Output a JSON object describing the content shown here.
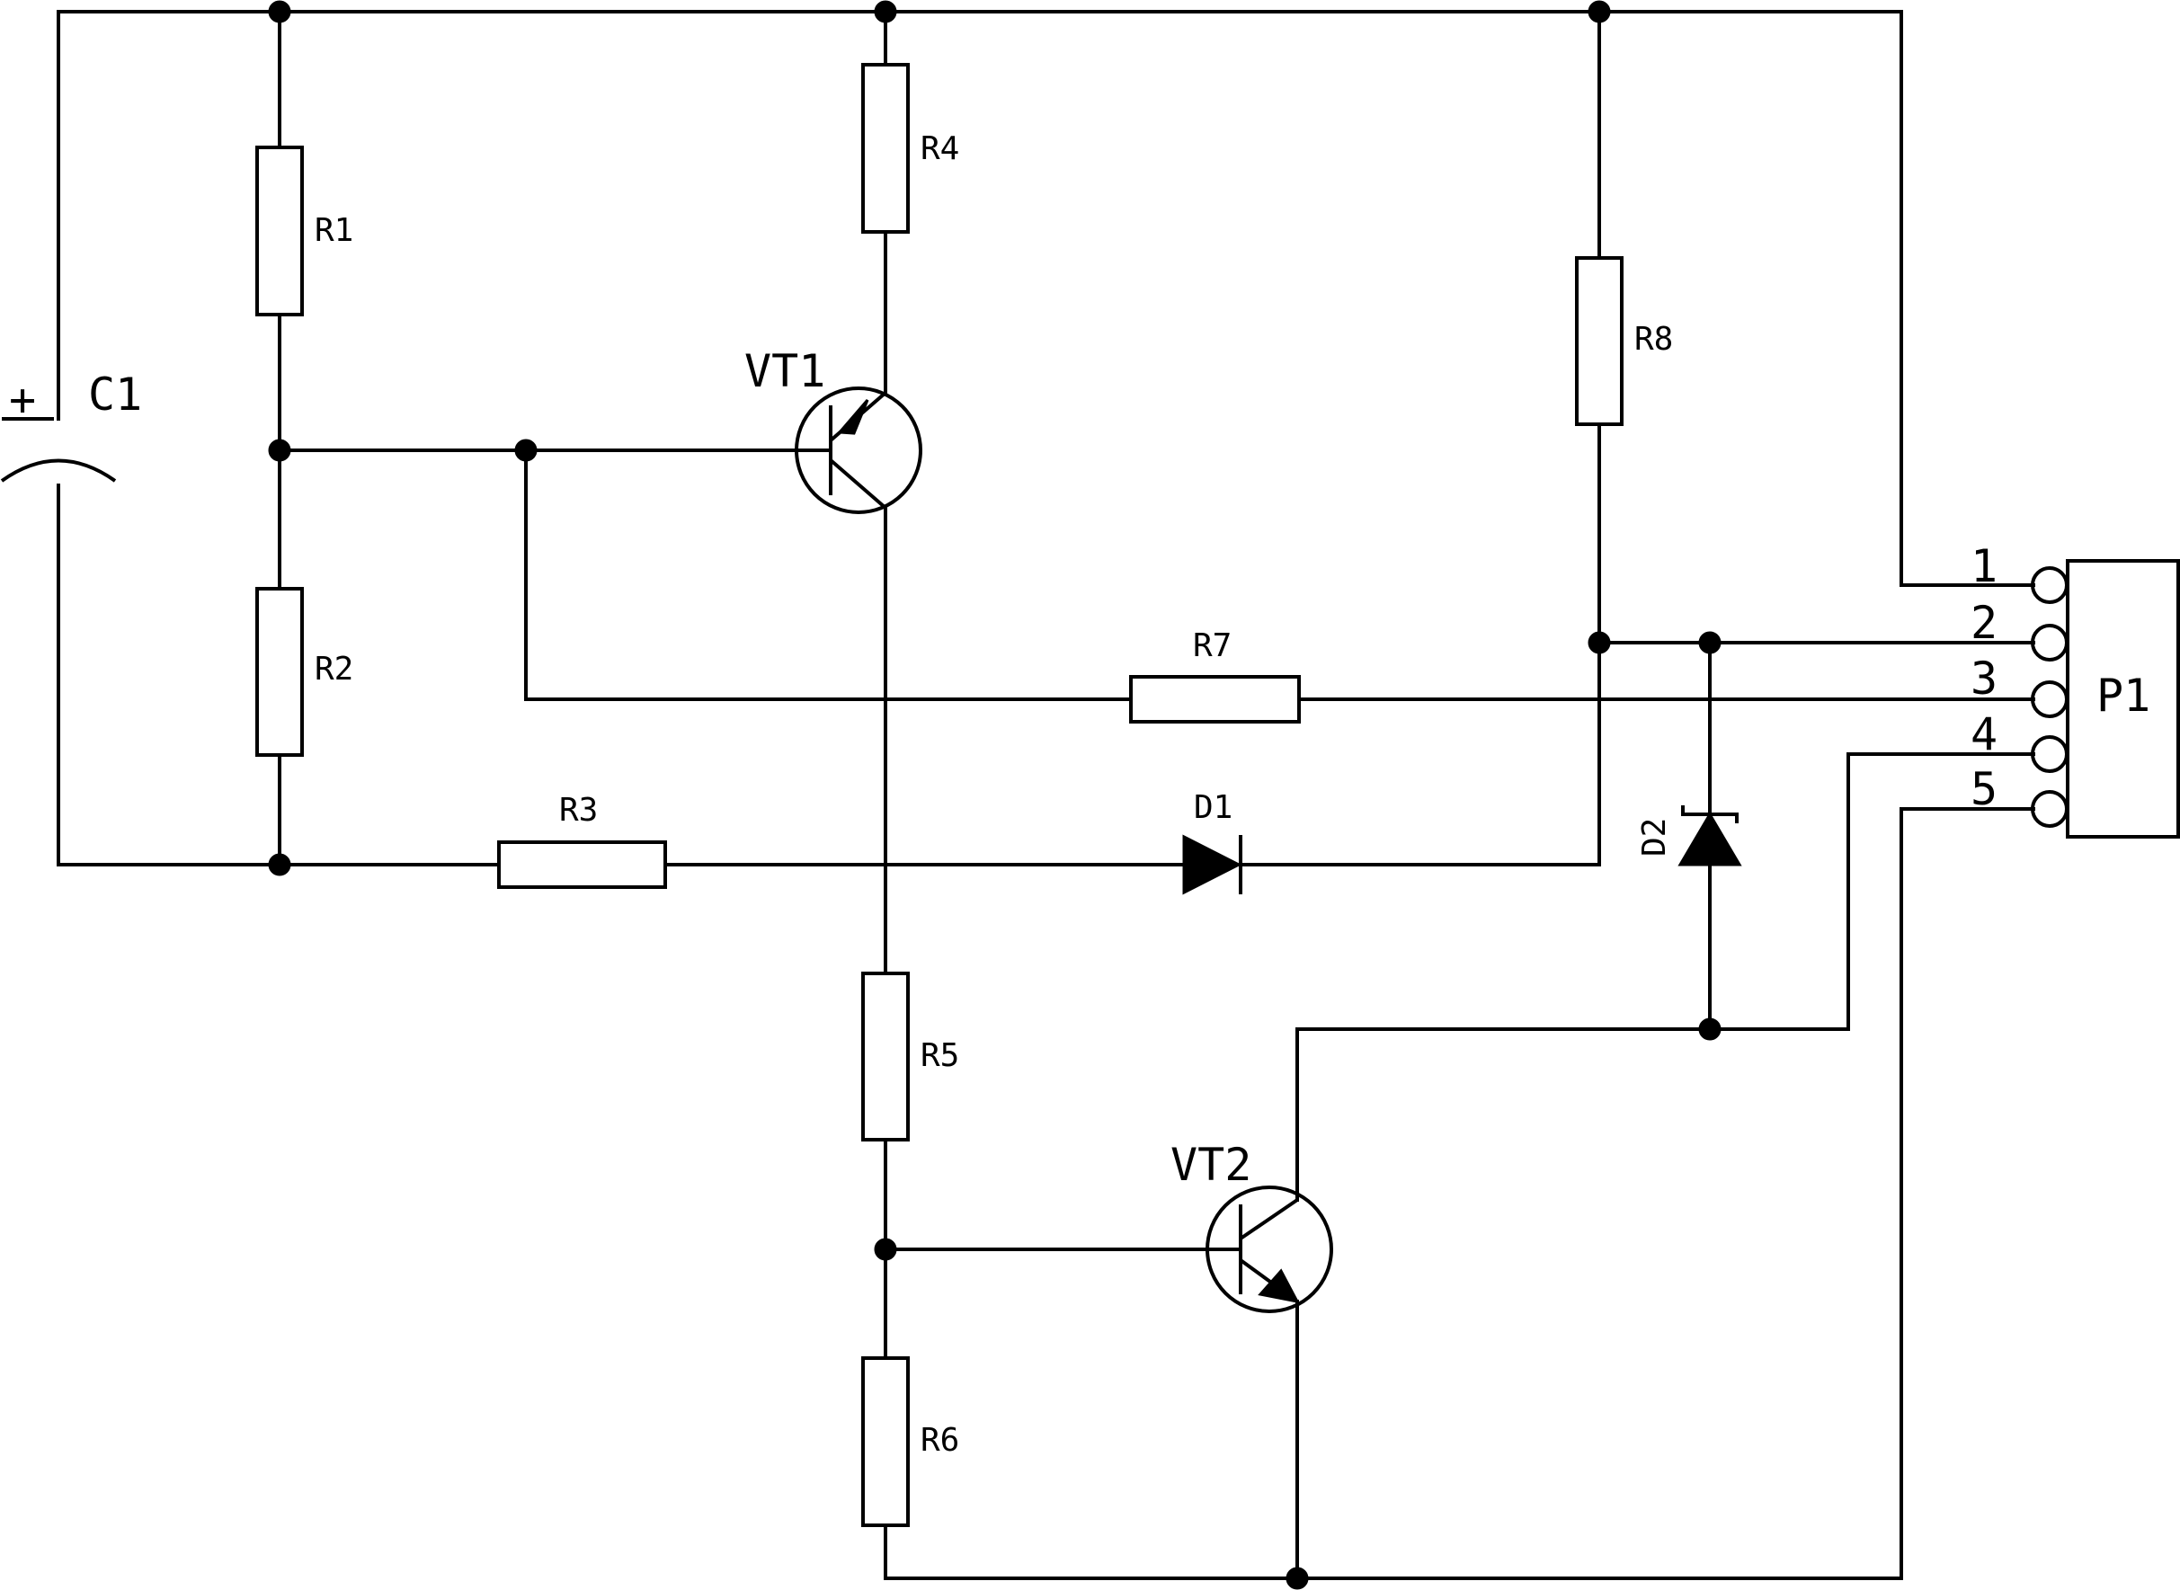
{
  "components": {
    "c1": {
      "label": "C1",
      "plus": "+"
    },
    "r1": {
      "label": "R1"
    },
    "r2": {
      "label": "R2"
    },
    "r3": {
      "label": "R3"
    },
    "r4": {
      "label": "R4"
    },
    "r5": {
      "label": "R5"
    },
    "r6": {
      "label": "R6"
    },
    "r7": {
      "label": "R7"
    },
    "r8": {
      "label": "R8"
    },
    "vt1": {
      "label": "VT1"
    },
    "vt2": {
      "label": "VT2"
    },
    "d1": {
      "label": "D1"
    },
    "d2": {
      "label": "D2"
    },
    "p1": {
      "label": "P1",
      "pins": [
        "1",
        "2",
        "3",
        "4",
        "5"
      ]
    }
  }
}
